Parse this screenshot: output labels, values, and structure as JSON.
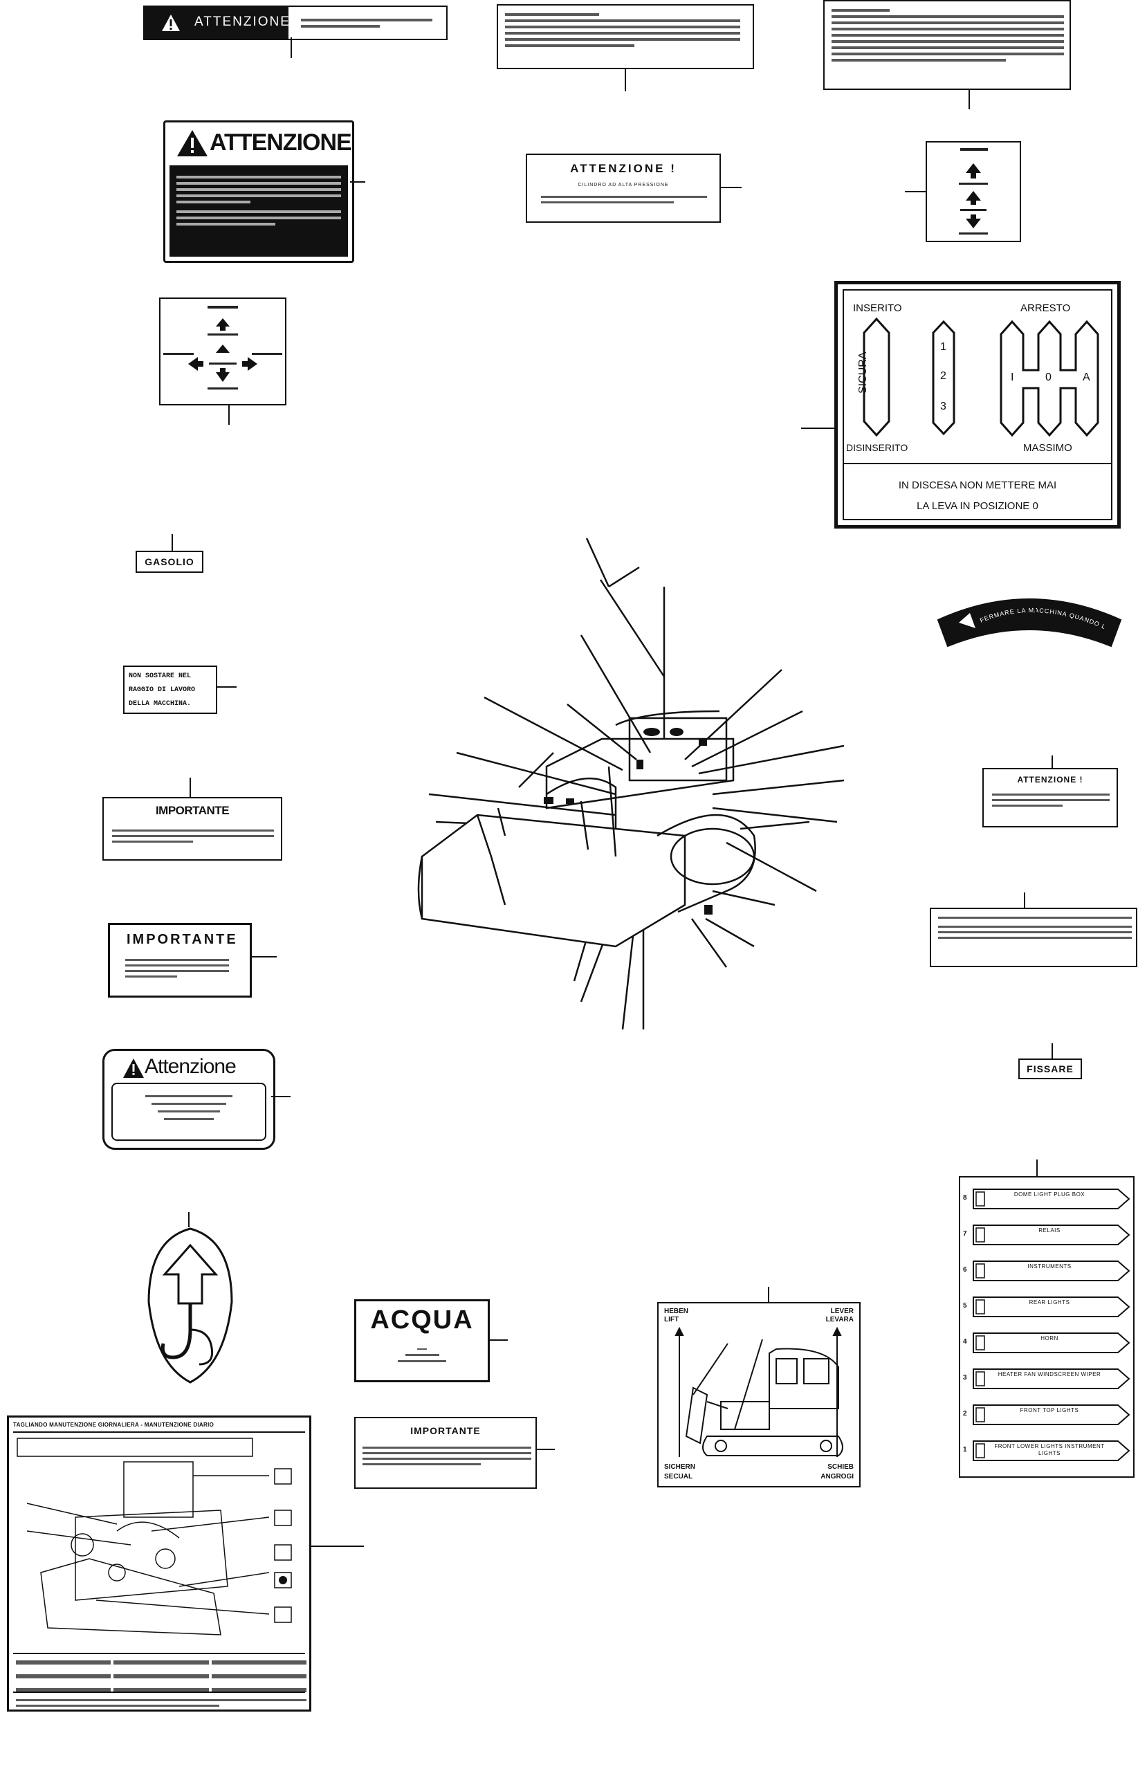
{
  "labels": {
    "attenzione_banner": "ATTENZIONE",
    "attenzione_box": "ATTENZIONE",
    "attenzione_center": "ATTENZIONE !",
    "attenzione_center_sub1": "CILINDRO AD ALTA PRESSIONE",
    "attenzione_right": "ATTENZIONE !",
    "attenzione_script": "Attenzione",
    "importante_small": "IMPORTANTE",
    "importante_box": "IMPORTANTE",
    "importante_water": "IMPORTANTE",
    "acqua": "ACQUA",
    "gasolio": "GASOLIO",
    "fissare": "FISSARE",
    "non_sostare": [
      "NON  SOSTARE NEL",
      "RAGGIO DI LAVORO",
      "DELLA  MACCHINA."
    ],
    "arc_decal": "FERMARE LA MACCHINA QUANDO L'OPERATORE NON SIEDE DURANTE LA MARCIA"
  },
  "lever_plate": {
    "inserito": "INSERITO",
    "arresto": "ARRESTO",
    "sicura": "SICURA",
    "gears": [
      "1",
      "2",
      "3"
    ],
    "shift": [
      "I",
      "0",
      "A"
    ],
    "disinserito": "DISINSERITO",
    "massimo": "MASSIMO",
    "warning_line1": "IN  DISCESA  NON  METTERE  MAI",
    "warning_line2": "LA  LEVA  IN  POSIZIONE  0"
  },
  "fuse_panel": {
    "rows": [
      {
        "num": "8",
        "label": "DOME LIGHT PLUG BOX"
      },
      {
        "num": "7",
        "label": "RELAIS"
      },
      {
        "num": "6",
        "label": "INSTRUMENTS"
      },
      {
        "num": "5",
        "label": "REAR LIGHTS"
      },
      {
        "num": "4",
        "label": "HORN"
      },
      {
        "num": "3",
        "label": "HEATER FAN WINDSCREEN WIPER"
      },
      {
        "num": "2",
        "label": "FRONT TOP LIGHTS"
      },
      {
        "num": "1",
        "label": "FRONT LOWER LIGHTS INSTRUMENT LIGHTS"
      }
    ]
  },
  "lift_decal": {
    "top_left": "HEBEN",
    "top_left2": "LIFT",
    "top_right": "LEVER",
    "top_right2": "LEVARA",
    "bottom_left": "SICHERN",
    "bottom_left2": "SECUAL",
    "bottom_right": "SCHIEB",
    "bottom_right2": "ANGROGI"
  },
  "maintenance_card": {
    "title": "TAGLIANDO MANUTENZIONE GIORNALIERA - MANUTENZIONE DIARIO"
  }
}
